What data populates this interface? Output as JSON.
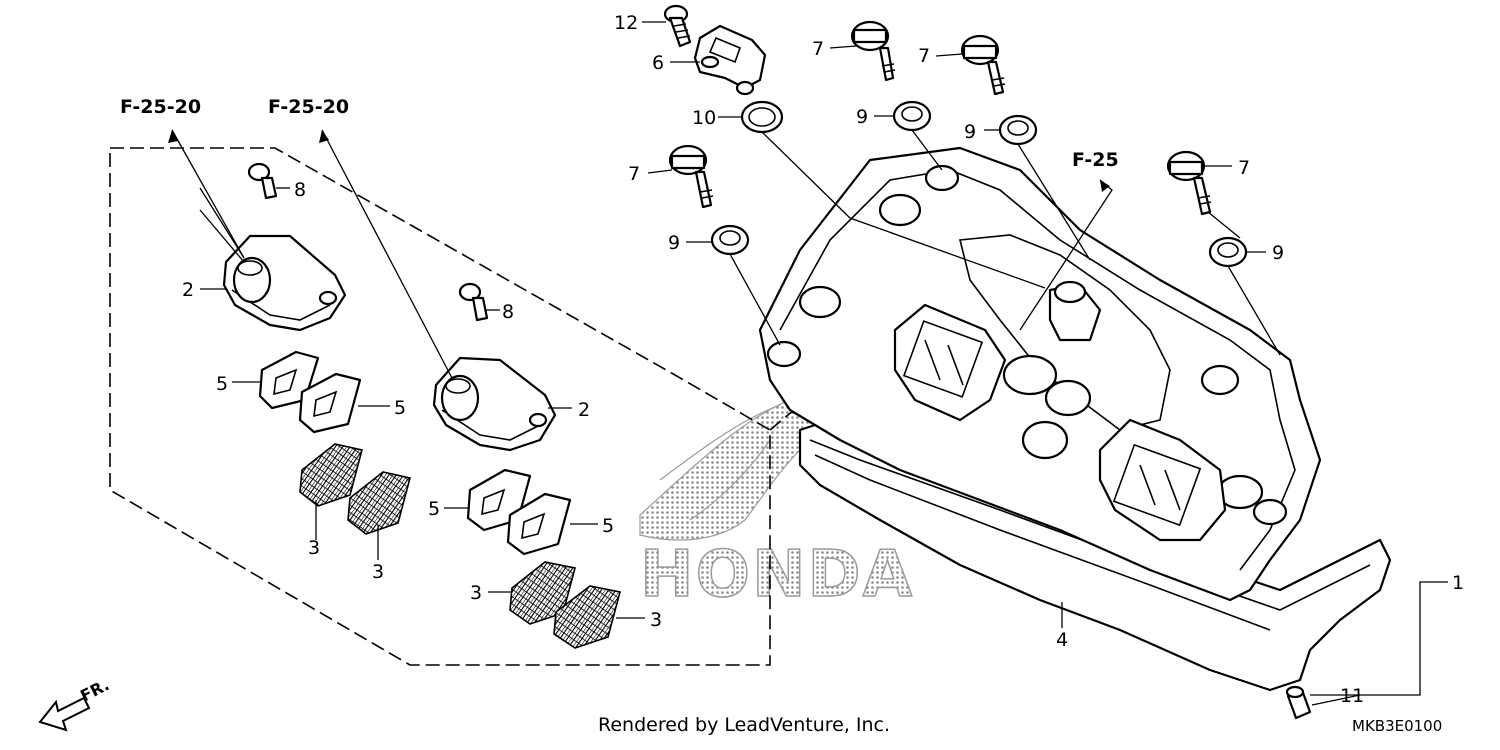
{
  "callouts": {
    "c12": "12",
    "c6": "6",
    "c10": "10",
    "c7a": "7",
    "c7b": "7",
    "c7c": "7",
    "c7d": "7",
    "c9a": "9",
    "c9b": "9",
    "c9c": "9",
    "c9d": "9",
    "c8a": "8",
    "c8b": "8",
    "c2a": "2",
    "c2b": "2",
    "c5a": "5",
    "c5b": "5",
    "c5c": "5",
    "c5d": "5",
    "c3a": "3",
    "c3b": "3",
    "c3c": "3",
    "c3d": "3",
    "c4": "4",
    "c1": "1",
    "c11": "11"
  },
  "refs": {
    "ref_left": "F-25-20",
    "ref_mid": "F-25-20",
    "ref_right": "F-25"
  },
  "direction": "FR.",
  "watermark": "HONDA",
  "credit": "Rendered by LeadVenture, Inc.",
  "diagram_code": "MKB3E0100",
  "colors": {
    "line": "#000000",
    "watermark": "#9a9a9a",
    "background": "#ffffff"
  },
  "icons": {
    "front_arrow": "front-direction-arrow-icon",
    "brand_wing": "honda-wing-watermark"
  }
}
